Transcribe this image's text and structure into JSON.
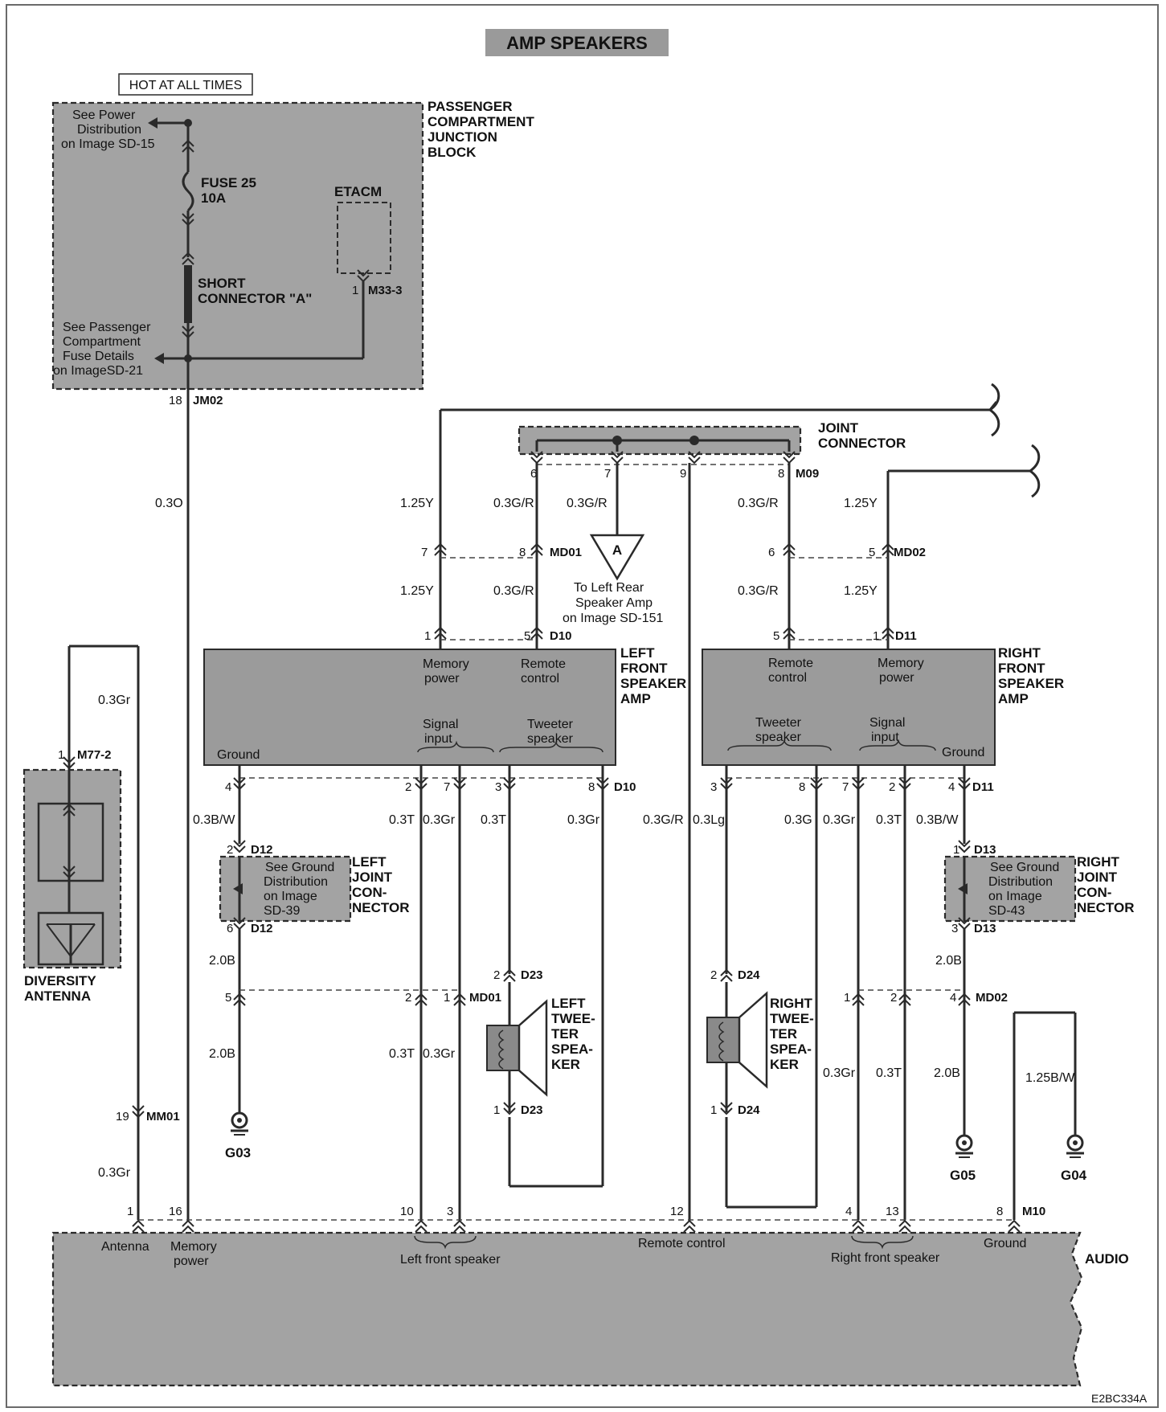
{
  "title": "AMP SPEAKERS",
  "hot_label": "HOT AT ALL TIMES",
  "figure_code": "E2BC334A",
  "junction_block": {
    "name": [
      "PASSENGER",
      "COMPARTMENT",
      "JUNCTION",
      "BLOCK"
    ],
    "power_ref": [
      "See Power",
      "Distribution",
      "on Image SD-15"
    ],
    "fuse": [
      "FUSE 25",
      "10A"
    ],
    "short_connector": [
      "SHORT",
      "CONNECTOR \"A\""
    ],
    "etacm": "ETACM",
    "fuse_ref": [
      "See Passenger",
      "Compartment",
      "Fuse Details",
      "on ImageSD-21"
    ],
    "m33_pin": "1",
    "m33": "M33-3",
    "jm02_pin": "18",
    "jm02": "JM02"
  },
  "joint_connector": {
    "name": [
      "JOINT",
      "CONNECTOR"
    ],
    "pins": [
      "6",
      "7",
      "9",
      "8"
    ],
    "connector": "M09"
  },
  "wires": {
    "w03O": "0.3O",
    "w125Y": "1.25Y",
    "w03GR": "0.3G/R",
    "w03Gr": "0.3Gr",
    "w03BW": "0.3B/W",
    "w03T": "0.3T",
    "w03Lg": "0.3Lg",
    "w03G": "0.3G",
    "w20B": "2.0B",
    "w125BW": "1.25B/W"
  },
  "connectors": {
    "md01": "MD01",
    "md02": "MD02",
    "d10": "D10",
    "d11": "D11",
    "d12": "D12",
    "d13": "D13",
    "d23": "D23",
    "d24": "D24",
    "m77": "M77-2",
    "mm01": "MM01",
    "m10": "M10"
  },
  "pins": {
    "p1": "1",
    "p2": "2",
    "p3": "3",
    "p4": "4",
    "p5": "5",
    "p6": "6",
    "p7": "7",
    "p8": "8",
    "p10": "10",
    "p12": "12",
    "p13": "13",
    "p16": "16",
    "p19": "19"
  },
  "ref_a": {
    "letter": "A",
    "text": [
      "To Left Rear",
      "Speaker Amp",
      "on Image SD-151"
    ]
  },
  "left_amp": {
    "name": [
      "LEFT",
      "FRONT",
      "SPEAKER",
      "AMP"
    ],
    "memory_power": [
      "Memory",
      "power"
    ],
    "remote_control": [
      "Remote",
      "control"
    ],
    "signal_input": [
      "Signal",
      "input"
    ],
    "tweeter_speaker": [
      "Tweeter",
      "speaker"
    ],
    "ground": "Ground"
  },
  "right_amp": {
    "name": [
      "RIGHT",
      "FRONT",
      "SPEAKER",
      "AMP"
    ],
    "remote_control": [
      "Remote",
      "control"
    ],
    "memory_power": [
      "Memory",
      "power"
    ],
    "tweeter_speaker": [
      "Tweeter",
      "speaker"
    ],
    "signal_input": [
      "Signal",
      "input"
    ],
    "ground": "Ground"
  },
  "left_joint": {
    "name": [
      "LEFT",
      "JOINT",
      "CON-",
      "NECTOR"
    ],
    "ref": [
      "See Ground",
      "Distribution",
      "on Image",
      "SD-39"
    ]
  },
  "right_joint": {
    "name": [
      "RIGHT",
      "JOINT",
      "CON-",
      "NECTOR"
    ],
    "ref": [
      "See Ground",
      "Distribution",
      "on Image",
      "SD-43"
    ]
  },
  "left_tweeter": [
    "LEFT",
    "TWEE-",
    "TER",
    "SPEA-",
    "KER"
  ],
  "right_tweeter": [
    "RIGHT",
    "TWEE-",
    "TER",
    "SPEA-",
    "KER"
  ],
  "antenna": [
    "DIVERSITY",
    "ANTENNA"
  ],
  "grounds": {
    "g03": "G03",
    "g05": "G05",
    "g04": "G04"
  },
  "audio": {
    "name": "AUDIO",
    "antenna": "Antenna",
    "memory_power": [
      "Memory",
      "power"
    ],
    "left_front_speaker": "Left front speaker",
    "remote_control": "Remote control",
    "right_front_speaker": "Right front speaker",
    "ground": "Ground"
  }
}
